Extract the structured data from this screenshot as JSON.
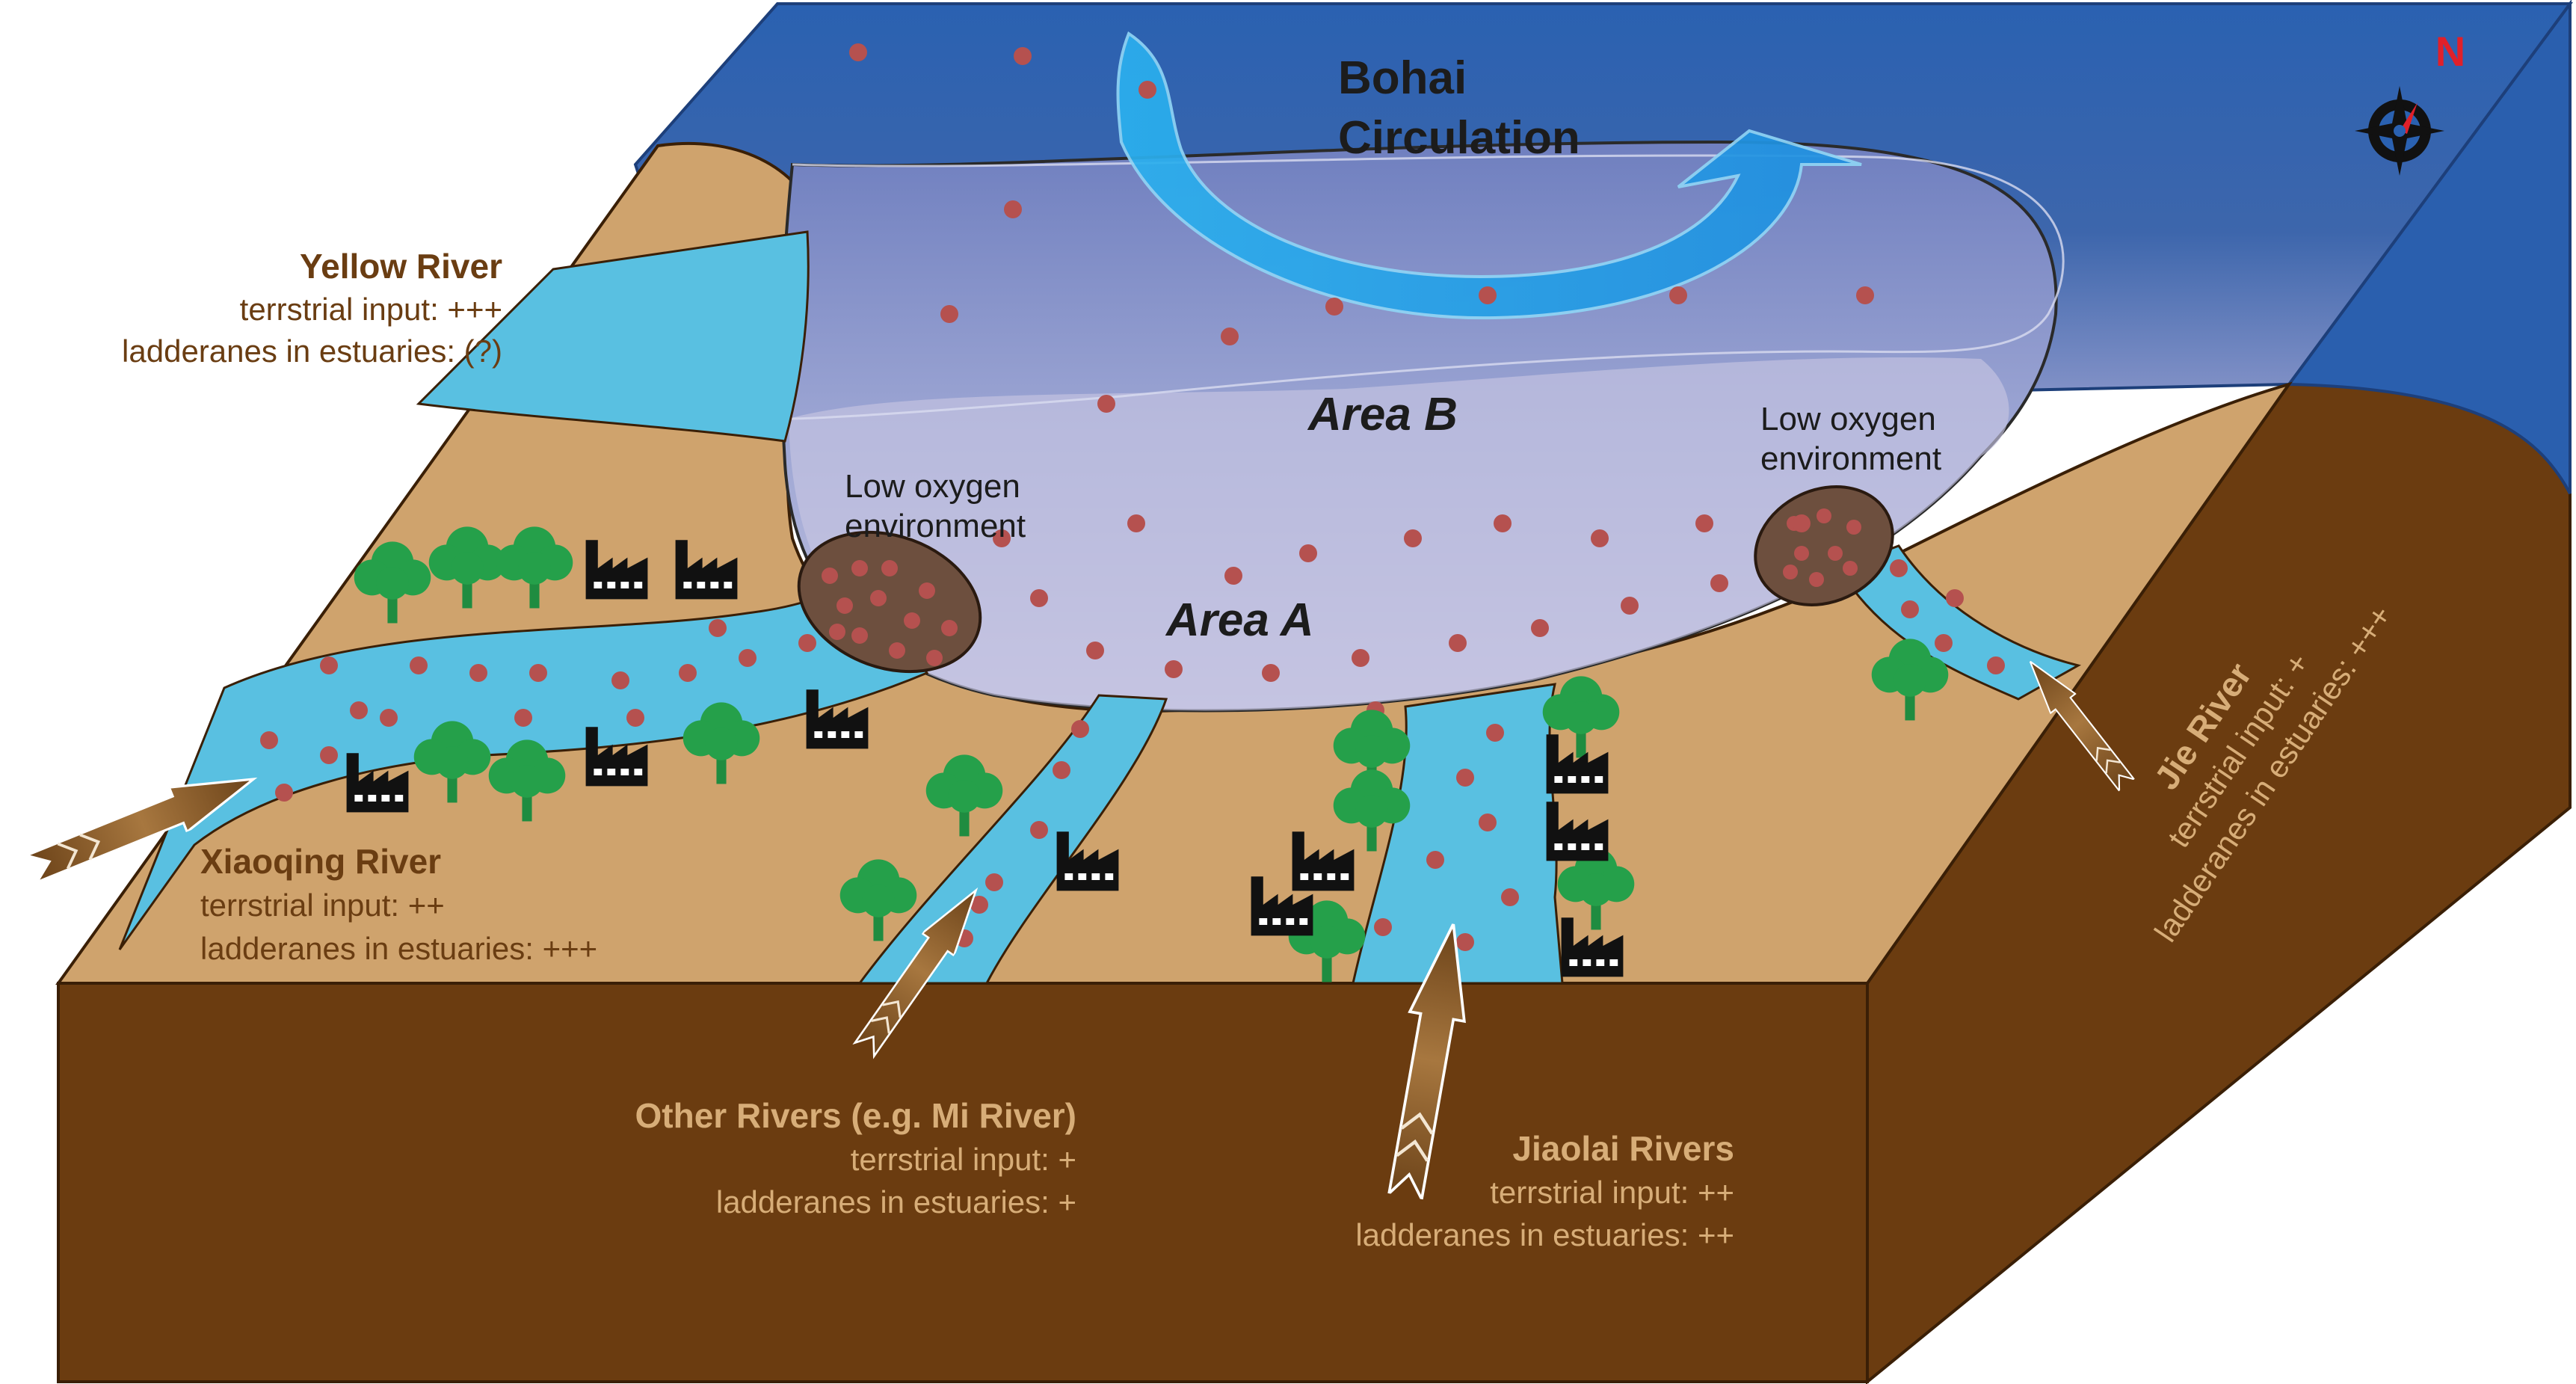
{
  "title": {
    "line1": "Bohai",
    "line2": "Circulation"
  },
  "areas": {
    "area_a": "Area A",
    "area_b": "Area B"
  },
  "low_oxygen": {
    "west_line1": "Low oxygen",
    "west_line2": "environment",
    "east_line1": "Low oxygen",
    "east_line2": "environment"
  },
  "compass": {
    "north_label": "N"
  },
  "rivers": {
    "yellow": {
      "name": "Yellow River",
      "input": "terrstrial input: +++",
      "ladderanes": "ladderanes in estuaries: (?)"
    },
    "xiaoqing": {
      "name": "Xiaoqing River",
      "input": "terrstrial input: ++",
      "ladderanes": "ladderanes in estuaries: +++"
    },
    "other": {
      "name": "Other Rivers (e.g. Mi River)",
      "input": "terrstrial input: +",
      "ladderanes": "ladderanes in estuaries: +"
    },
    "jiaolai": {
      "name": "Jiaolai Rivers",
      "input": "terrstrial input: ++",
      "ladderanes": "ladderanes in estuaries: ++"
    },
    "jie": {
      "name": "Jie River",
      "input": "terrstrial input: +",
      "ladderanes": "ladderanes in estuaries: +++"
    }
  },
  "colors": {
    "sea_deep": "#2b62b0",
    "sea_light": "#b9b9dc",
    "land": "#cfa36d",
    "soil": "#6b3c10",
    "river": "#59c0e1",
    "circulation_arrow": "#27a6e8",
    "particle": "#b5514f",
    "tree": "#25a04a",
    "factory": "#111111",
    "river_label": "#6a3d12",
    "soil_label": "#d7ad78",
    "compass_north": "#e0202a"
  },
  "icons": {
    "tree": "tree-icon",
    "factory": "factory-icon",
    "compass": "compass-icon",
    "inflow_arrow": "inflow-arrow-icon"
  }
}
